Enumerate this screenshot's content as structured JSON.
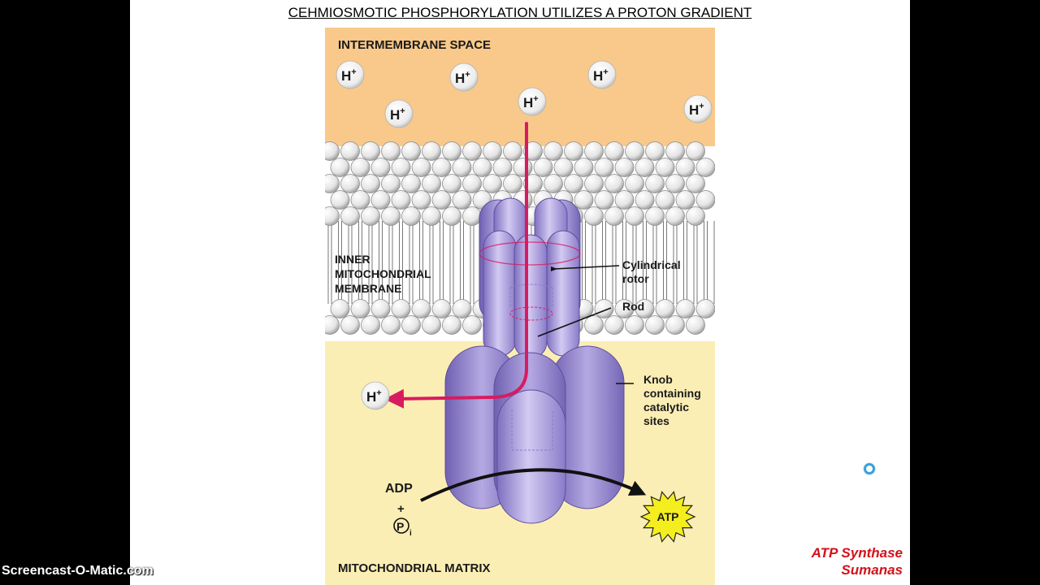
{
  "slide": {
    "title": "CEHMIOSMOTIC PHOSPHORYLATION UTILIZES A PROTON GRADIENT"
  },
  "diagram": {
    "intermembrane_label": "INTERMEMBRANE SPACE",
    "membrane_label": [
      "INNER",
      "MITOCHONDRIAL",
      "MEMBRANE"
    ],
    "matrix_label": "MITOCHONDRIAL MATRIX",
    "proton_label": "H",
    "proton_charge": "+",
    "callouts": {
      "rotor": [
        "Cylindrical",
        "rotor"
      ],
      "rod": "Rod",
      "knob": [
        "Knob",
        "containing",
        "catalytic",
        "sites"
      ]
    },
    "reaction": {
      "adp": "ADP",
      "plus": "+",
      "phosphate": "P",
      "phosphate_sub": "i",
      "atp": "ATP"
    },
    "colors": {
      "intermembrane": "#f8c98a",
      "matrix": "#fbeeb4",
      "protein": "#a79ad6",
      "arrow": "#d81b60"
    }
  },
  "caption": {
    "line1": "ATP Synthase",
    "line2": "Sumanas"
  },
  "watermark": "Screencast-O-Matic.com"
}
